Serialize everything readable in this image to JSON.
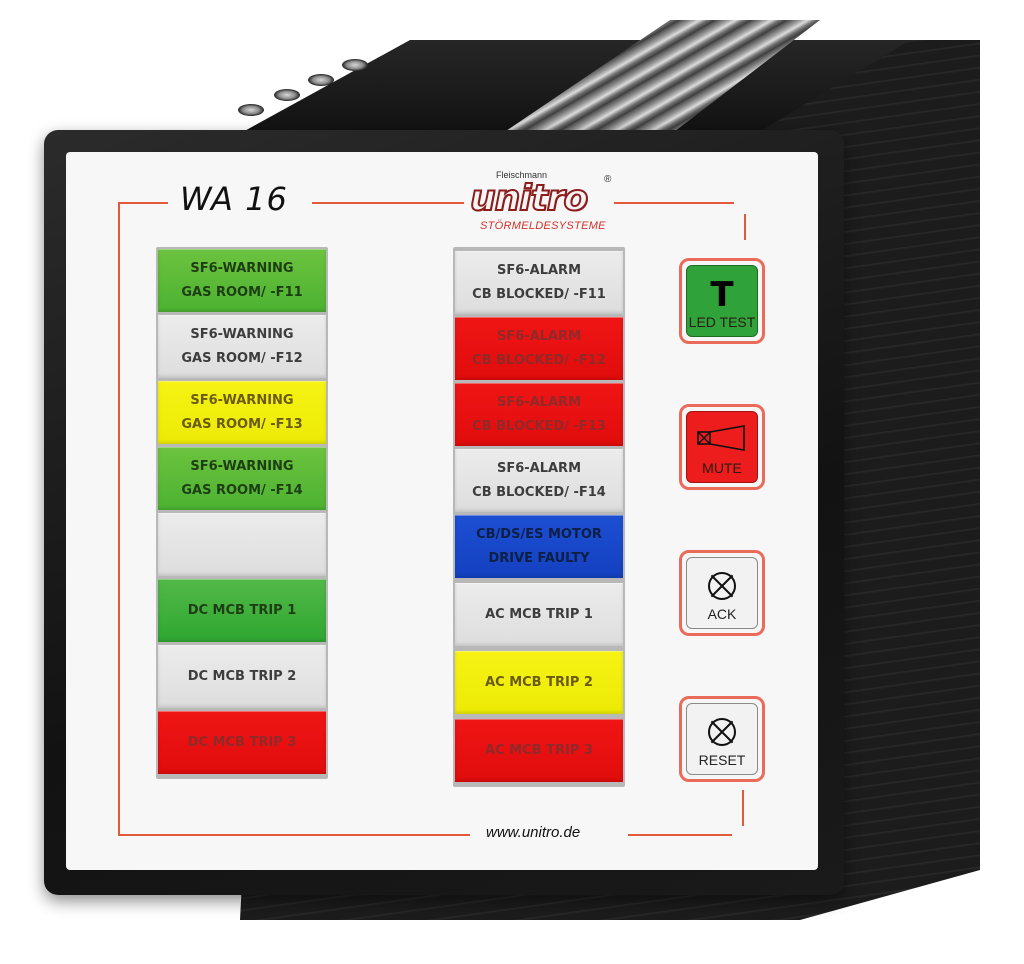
{
  "device": {
    "model": "WA 16",
    "brand": {
      "top_line": "Fleischmann",
      "name": "unitro",
      "registered": "®",
      "subtitle": "STÖRMELDESYSTEME"
    },
    "website": "www.unitro.de"
  },
  "left_column": [
    {
      "line1": "SF6-WARNING",
      "line2": "GAS ROOM/ -F11",
      "color": "#4cb232"
    },
    {
      "line1": "SF6-WARNING",
      "line2": "GAS ROOM/ -F12",
      "color": "#e6e6e6"
    },
    {
      "line1": "SF6-WARNING",
      "line2": "GAS ROOM/ -F13",
      "color": "#f0ee10"
    },
    {
      "line1": "SF6-WARNING",
      "line2": "GAS ROOM/ -F14",
      "color": "#4cb232"
    },
    {
      "line1": "",
      "line2": "",
      "color": "#e6e6e6"
    },
    {
      "line1": "DC MCB TRIP 1",
      "line2": "",
      "color": "#34a935"
    },
    {
      "line1": "DC MCB TRIP 2",
      "line2": "",
      "color": "#e6e6e6"
    },
    {
      "line1": "DC MCB TRIP 3",
      "line2": "",
      "color": "#e60e0e"
    }
  ],
  "right_column": [
    {
      "line1": "SF6-ALARM",
      "line2": "CB BLOCKED/ -F11",
      "color": "#e6e6e6"
    },
    {
      "line1": "SF6-ALARM",
      "line2": "CB BLOCKED/ -F12",
      "color": "#e60e0e"
    },
    {
      "line1": "SF6-ALARM",
      "line2": "CB BLOCKED/ -F13",
      "color": "#e60e0e"
    },
    {
      "line1": "SF6-ALARM",
      "line2": "CB BLOCKED/ -F14",
      "color": "#e6e6e6"
    },
    {
      "line1": "CB/DS/ES MOTOR",
      "line2": "DRIVE FAULTY",
      "color": "#1744c8"
    },
    {
      "line1": "AC MCB TRIP 1",
      "line2": "",
      "color": "#e6e6e6"
    },
    {
      "line1": "AC MCB TRIP 2",
      "line2": "",
      "color": "#f0ee10"
    },
    {
      "line1": "AC MCB TRIP 3",
      "line2": "",
      "color": "#e60e0e"
    }
  ],
  "buttons": {
    "led_test": {
      "symbol": "T",
      "label": "LED TEST",
      "icon": "letter-t-icon"
    },
    "mute": {
      "label": "MUTE",
      "icon": "muted-horn-icon"
    },
    "ack": {
      "label": "ACK",
      "icon": "lamp-cross-icon"
    },
    "reset": {
      "label": "RESET",
      "icon": "lamp-cross-icon"
    }
  },
  "colors": {
    "accent_frame": "#e25a3c",
    "faceplate": "#f7f7f7",
    "housing": "#1a1a1a"
  }
}
